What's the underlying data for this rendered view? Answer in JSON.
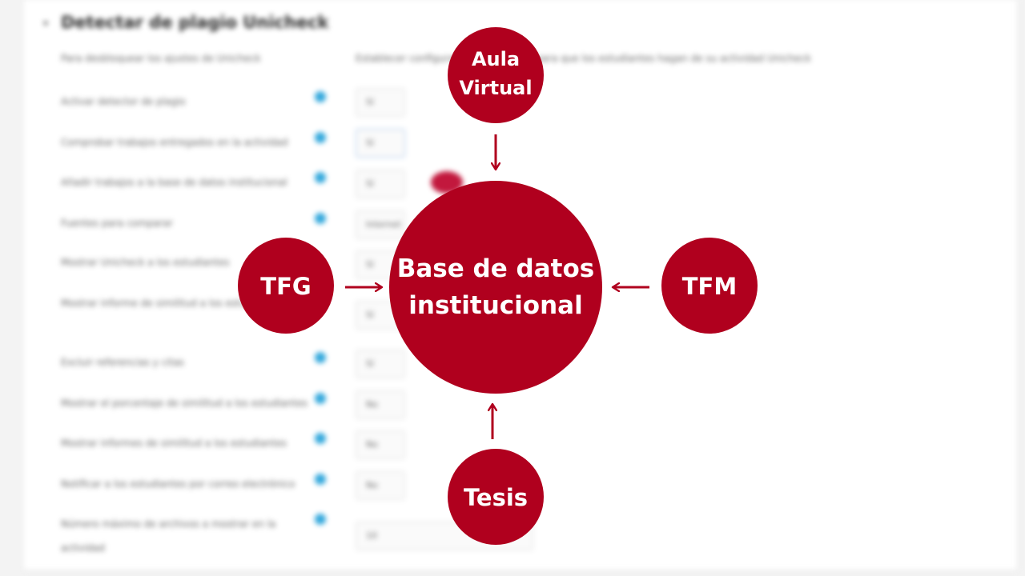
{
  "colors": {
    "node": "#b0001e",
    "arrow": "#b0001e",
    "node_text": "#ffffff",
    "help_icon": "#33a8dc",
    "background": "#f3f3f3"
  },
  "background_page": {
    "heading": "Detectar de plagio Unicheck",
    "description_label": "Para desbloquear los ajustes de Unicheck",
    "description_value": "Establecer configuración por defecto para que los estudiantes hagan de su actividad Unicheck",
    "rows": [
      {
        "label": "Activar detector de plagio",
        "value": "Sí"
      },
      {
        "label": "Comprobar trabajos entregados en la actividad",
        "value": "Sí"
      },
      {
        "label": "Añadir trabajos a la base de datos institucional",
        "value": "Sí"
      },
      {
        "label": "Fuentes para comparar",
        "value": "Internet"
      },
      {
        "label": "Mostrar Unicheck a los estudiantes",
        "value": "Sí"
      },
      {
        "label": "Mostrar informe de similitud a los estudiantes",
        "value": "Sí"
      },
      {
        "label": "Excluir referencias y citas",
        "value": "Sí"
      },
      {
        "label": "Mostrar el porcentaje de similitud a los estudiantes",
        "value": "No"
      },
      {
        "label": "Mostrar informes de similitud a los estudiantes",
        "value": "No"
      },
      {
        "label": "Notificar a los estudiantes por correo electrónico",
        "value": "No"
      },
      {
        "label": "Número máximo de archivos a mostrar en la actividad",
        "value": "10"
      }
    ]
  },
  "diagram": {
    "center": {
      "line1": "Base de datos",
      "line2": "institucional"
    },
    "top": {
      "line1": "Aula",
      "line2": "Virtual"
    },
    "left": {
      "label": "TFG"
    },
    "right": {
      "label": "TFM"
    },
    "bottom": {
      "label": "Tesis"
    }
  }
}
